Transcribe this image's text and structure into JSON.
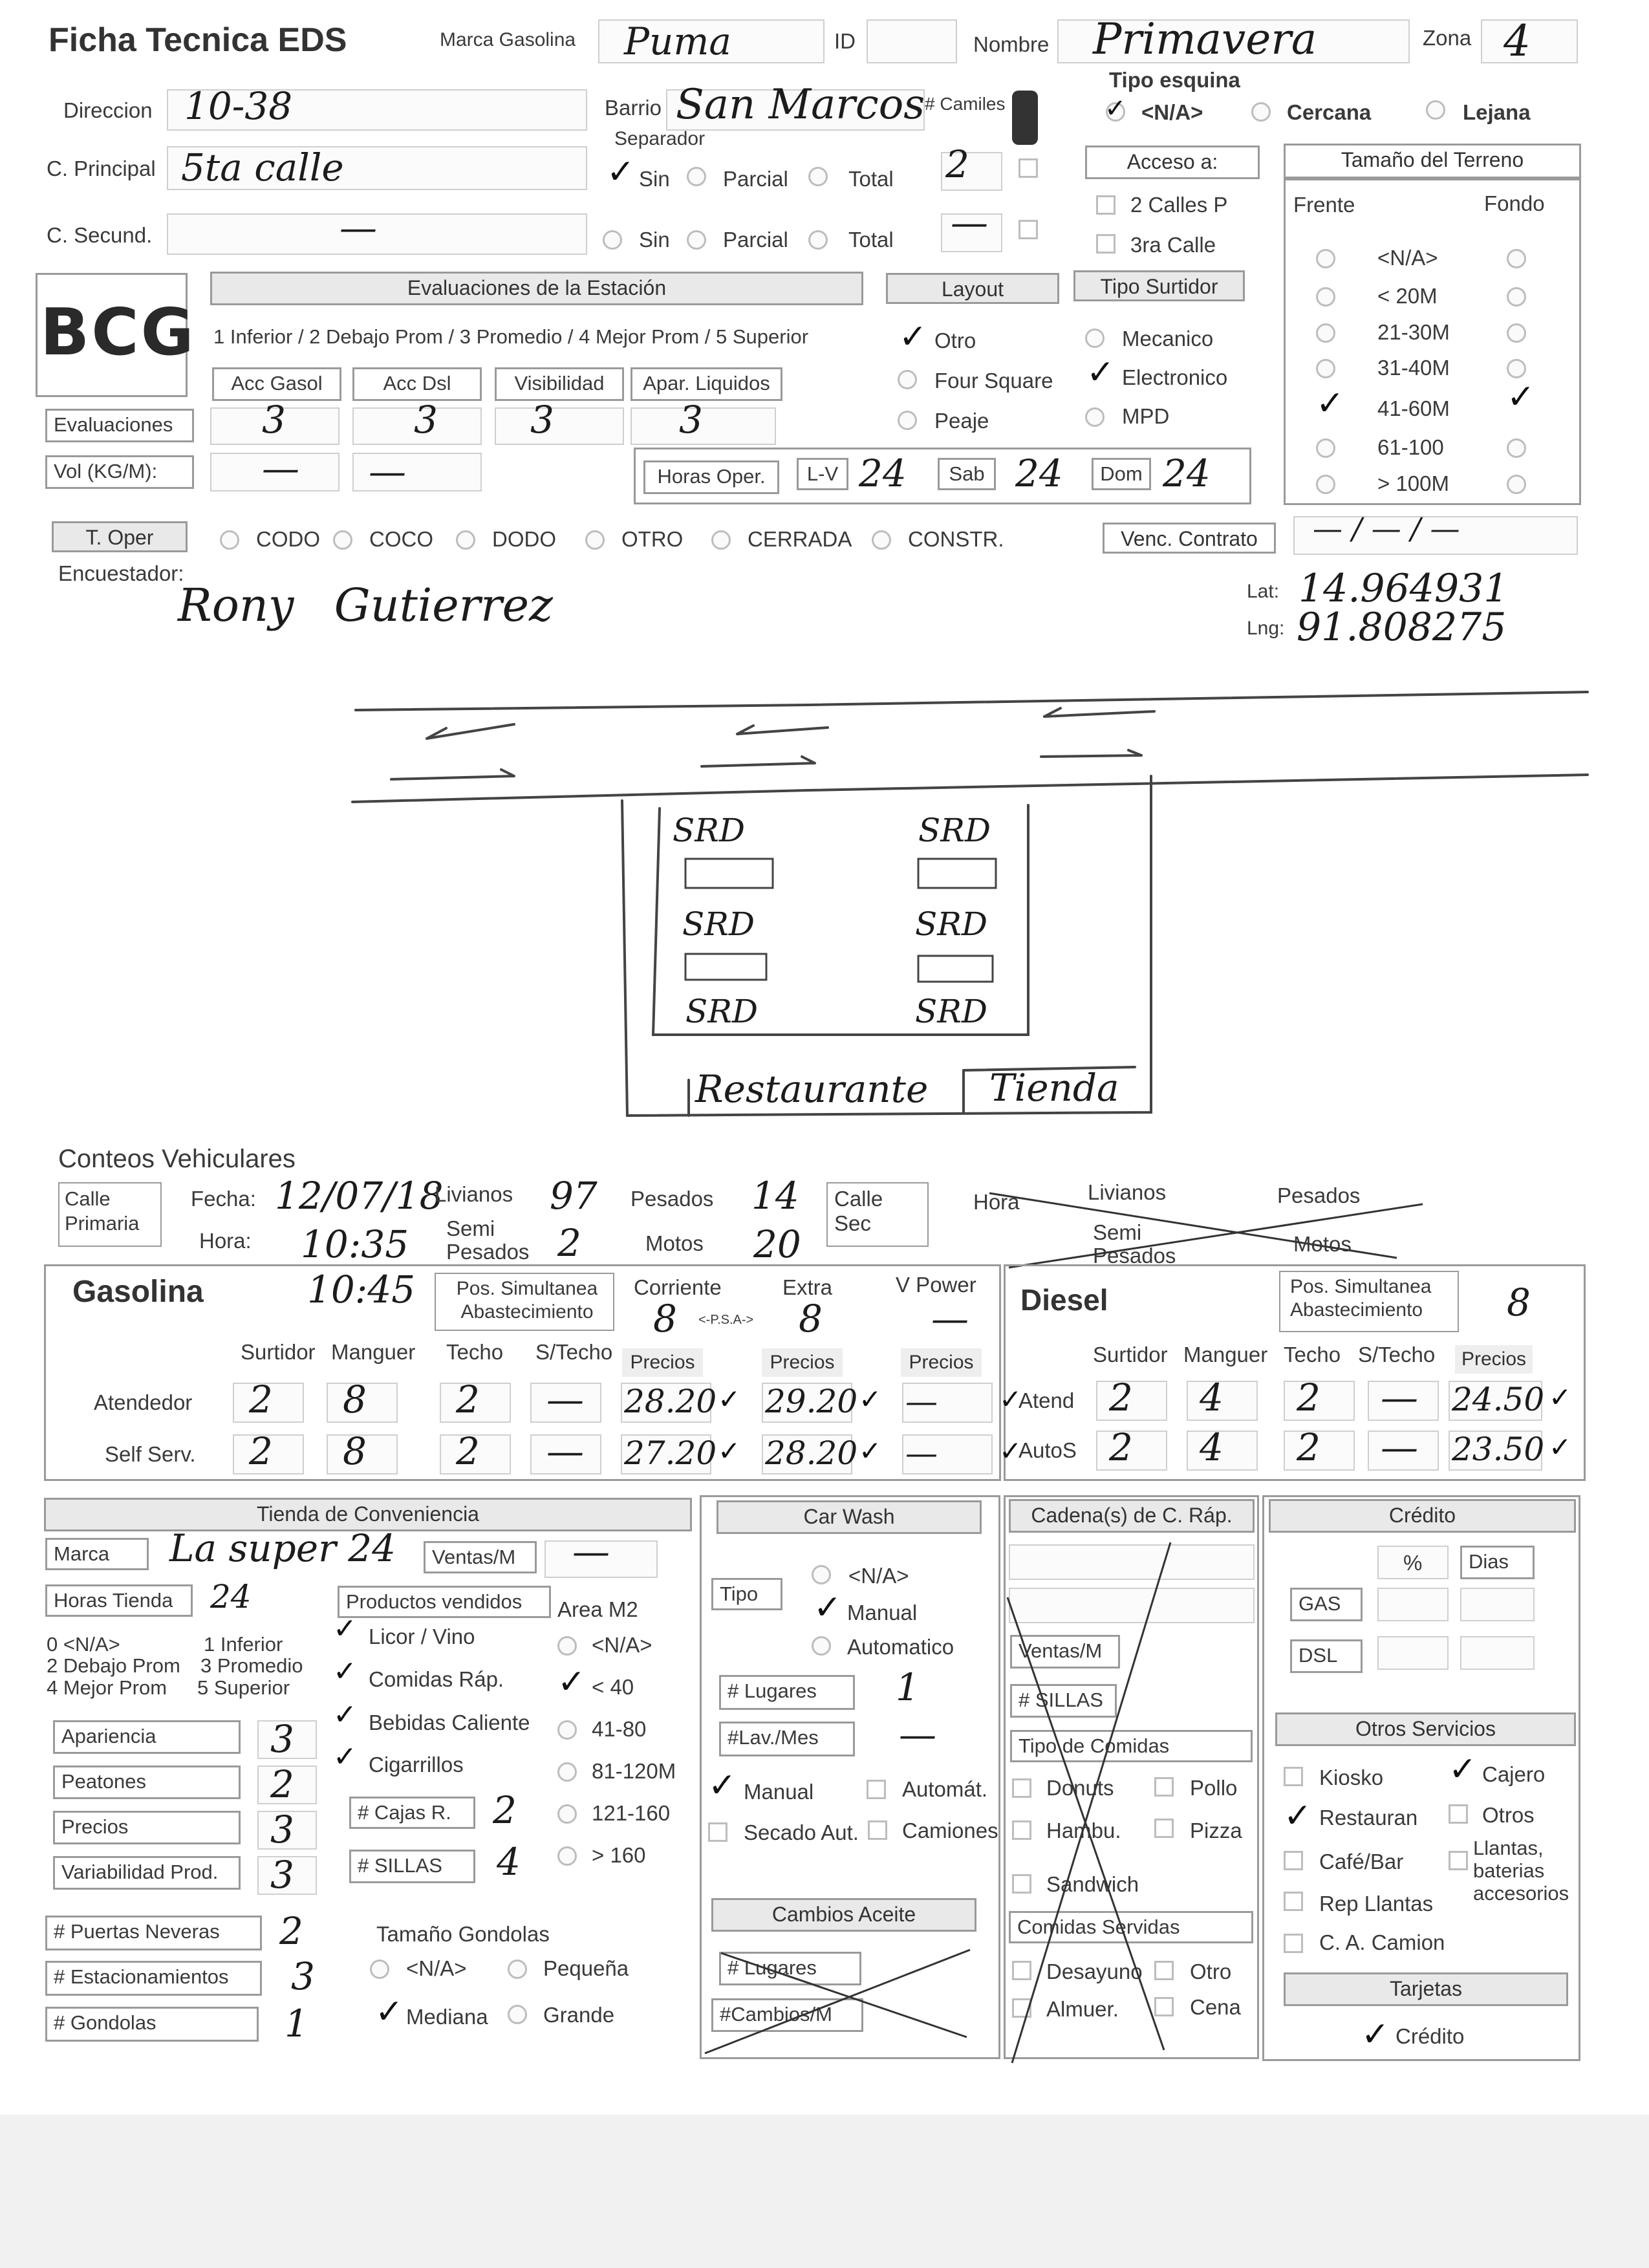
{
  "header": {
    "title": "Ficha Tecnica EDS",
    "marca_label": "Marca Gasolina",
    "marca_value": "Puma",
    "id_label": "ID",
    "nombre_label": "Nombre",
    "nombre_value": "Primavera",
    "zona_label": "Zona",
    "zona_value": "4"
  },
  "address": {
    "direccion_label": "Direccion",
    "direccion_value": "10-38",
    "barrio_label": "Barrio",
    "barrio_value": "San Marcos",
    "camiles_label": "# Camiles",
    "separador_label": "Separador",
    "principal_label": "C. Principal",
    "principal_value": "5ta calle",
    "secund_label": "C. Secund.",
    "secund_value": "—",
    "opt_sin": "Sin",
    "opt_parcial": "Parcial",
    "opt_total": "Total",
    "camiles_value": "2",
    "camiles_value2": "—"
  },
  "tipo_esquina": {
    "label": "Tipo esquina",
    "na": "<N/A>",
    "cercana": "Cercana",
    "lejana": "Lejana"
  },
  "acceso": {
    "label": "Acceso a:",
    "opt1": "2 Calles P",
    "opt2": "3ra Calle"
  },
  "terreno": {
    "label": "Tamaño del Terreno",
    "frente": "Frente",
    "fondo": "Fondo",
    "sizes": [
      "<N/A>",
      "< 20M",
      "21-30M",
      "31-40M",
      "41-60M",
      "61-100",
      "> 100M"
    ]
  },
  "logo": {
    "text": "BCG"
  },
  "evaluaciones": {
    "header": "Evaluaciones de la Estación",
    "scale": "1 Inferior / 2 Debajo Prom / 3 Promedio / 4 Mejor Prom / 5 Superior",
    "cols": [
      "Acc Gasol",
      "Acc Dsl",
      "Visibilidad",
      "Apar. Liquidos"
    ],
    "row_label": "Evaluaciones",
    "values": [
      "3",
      "3",
      "3",
      "3"
    ],
    "vol_label": "Vol (KG/M):",
    "vol1": "—",
    "vol2": "—"
  },
  "layout": {
    "label": "Layout",
    "opts": [
      "Otro",
      "Four Square",
      "Peaje"
    ]
  },
  "tipo_surtidor": {
    "label": "Tipo Surtidor",
    "opts": [
      "Mecanico",
      "Electronico",
      "MPD"
    ]
  },
  "horas_oper": {
    "label": "Horas Oper.",
    "lv_label": "L-V",
    "lv": "24",
    "sab_label": "Sab",
    "sab": "24",
    "dom_label": "Dom",
    "dom": "24"
  },
  "t_oper": {
    "label": "T. Oper",
    "opts": [
      "CODO",
      "COCO",
      "DODO",
      "OTRO",
      "CERRADA",
      "CONSTR."
    ]
  },
  "venc_contrato": {
    "label": "Venc. Contrato",
    "value": "— / — / —"
  },
  "encuestador": {
    "label": "Encuestador:",
    "name": "Rony Gutierrez"
  },
  "coords": {
    "lat_label": "Lat:",
    "lat": "14.964931",
    "lng_label": "Lng:",
    "lng": "91.808275"
  },
  "sketch": {
    "labels": [
      "SRD",
      "SRD",
      "SRD",
      "SRD",
      "SRD",
      "SRD"
    ],
    "restaurante": "Restaurante",
    "tienda": "Tienda"
  },
  "conteos": {
    "title": "Conteos Vehiculares",
    "calle_primaria": "Calle Primaria",
    "fecha_label": "Fecha:",
    "fecha": "12/07/18",
    "hora_label": "Hora:",
    "hora": "10:35",
    "livianos_label": "Livianos",
    "livianos": "97",
    "semi_label": "Semi Pesados",
    "semi": "2",
    "pesados_label": "Pesados",
    "pesados": "14",
    "motos_label": "Motos",
    "motos": "20",
    "calle_sec": "Calle Sec",
    "sec_hora": "Hora",
    "sec_livianos": "Livianos",
    "sec_pesados": "Pesados",
    "sec_semi": "Semi Pesados",
    "sec_motos": "Motos"
  },
  "gasolina": {
    "title": "Gasolina",
    "hora": "10:45",
    "pos_label": "Pos. Simultanea Abastecimiento",
    "corriente": "Corriente",
    "extra": "Extra",
    "vpower": "V Power",
    "psa": "<-P.S.A->",
    "corriente_v": "8",
    "extra_v": "8",
    "vpower_v": "—",
    "cols": [
      "Surtidor",
      "Manguer",
      "Techo",
      "S/Techo"
    ],
    "precios": "Precios",
    "rows": [
      {
        "label": "Atendedor",
        "surtidor": "2",
        "manguer": "8",
        "techo": "2",
        "stecho": "—",
        "p1": "28.20",
        "p2": "29.20",
        "p3": "—"
      },
      {
        "label": "Self Serv.",
        "surtidor": "2",
        "manguer": "8",
        "techo": "2",
        "stecho": "—",
        "p1": "27.20",
        "p2": "28.20",
        "p3": "—"
      }
    ]
  },
  "diesel": {
    "title": "Diesel",
    "pos_label": "Pos. Simultanea Abastecimiento",
    "pos": "8",
    "cols": [
      "Surtidor",
      "Manguer",
      "Techo",
      "S/Techo"
    ],
    "precios": "Precios",
    "rows": [
      {
        "label": "Atend",
        "surtidor": "2",
        "manguer": "4",
        "techo": "2",
        "stecho": "—",
        "precio": "24.50"
      },
      {
        "label": "AutoS",
        "surtidor": "2",
        "manguer": "4",
        "techo": "2",
        "stecho": "—",
        "precio": "23.50"
      }
    ]
  },
  "tienda": {
    "header": "Tienda de Conveniencia",
    "marca_label": "Marca",
    "marca": "La super 24",
    "ventas_label": "Ventas/M",
    "ventas": "—",
    "horas_label": "Horas Tienda",
    "horas": "24",
    "scale": [
      "0 <N/A>",
      "1 Inferior",
      "2 Debajo Prom",
      "3 Promedio",
      "4 Mejor Prom",
      "5 Superior"
    ],
    "ratings": [
      {
        "label": "Apariencia",
        "value": "3"
      },
      {
        "label": "Peatones",
        "value": "2"
      },
      {
        "label": "Precios",
        "value": "3"
      },
      {
        "label": "Variabilidad Prod.",
        "value": "3"
      }
    ],
    "productos_label": "Productos vendidos",
    "productos": [
      "Licor / Vino",
      "Comidas Ráp.",
      "Bebidas Caliente",
      "Cigarrillos"
    ],
    "area_label": "Area M2",
    "areas": [
      "<N/A>",
      "< 40",
      "41-80",
      "81-120M",
      "121-160",
      "> 160"
    ],
    "cajas_label": "# Cajas R.",
    "cajas": "2",
    "sillas_label": "# SILLAS",
    "sillas": "4",
    "puertas_label": "# Puertas Neveras",
    "puertas": "2",
    "estac_label": "# Estacionamientos",
    "estac": "3",
    "gondolas_label": "# Gondolas",
    "gondolas": "1",
    "tam_label": "Tamaño Gondolas",
    "tam_opts": [
      "<N/A>",
      "Pequeña",
      "Mediana",
      "Grande"
    ]
  },
  "carwash": {
    "header": "Car Wash",
    "tipo_label": "Tipo",
    "tipo_opts": [
      "<N/A>",
      "Manual",
      "Automatico"
    ],
    "lugares_label": "# Lugares",
    "lugares": "1",
    "lav_label": "#Lav./Mes",
    "lav": "—",
    "opts": [
      "Manual",
      "Automát.",
      "Secado Aut.",
      "Camiones"
    ],
    "aceite_header": "Cambios Aceite",
    "aceite_lugares": "# Lugares",
    "aceite_cambios": "#Cambios/M"
  },
  "cadena": {
    "header": "Cadena(s) de C. Ráp.",
    "ventas": "Ventas/M",
    "sillas": "# SILLAS",
    "tipo_label": "Tipo de Comidas",
    "tipos": [
      "Donuts",
      "Pollo",
      "Hambu.",
      "Pizza",
      "Sandwich"
    ],
    "servidas_label": "Comidas Servidas",
    "servidas": [
      "Desayuno",
      "Otro",
      "Almuer.",
      "Cena"
    ]
  },
  "credito": {
    "header": "Crédito",
    "pct": "%",
    "dias": "Dias",
    "gas": "GAS",
    "dsl": "DSL",
    "otros_header": "Otros Servicios",
    "otros": [
      "Kiosko",
      "Cajero",
      "Restauran",
      "Otros",
      "Café/Bar",
      "Llantas, baterias accesorios",
      "Rep Llantas",
      "C. A. Camion"
    ],
    "tarjetas_header": "Tarjetas",
    "tarjetas": "Crédito"
  }
}
